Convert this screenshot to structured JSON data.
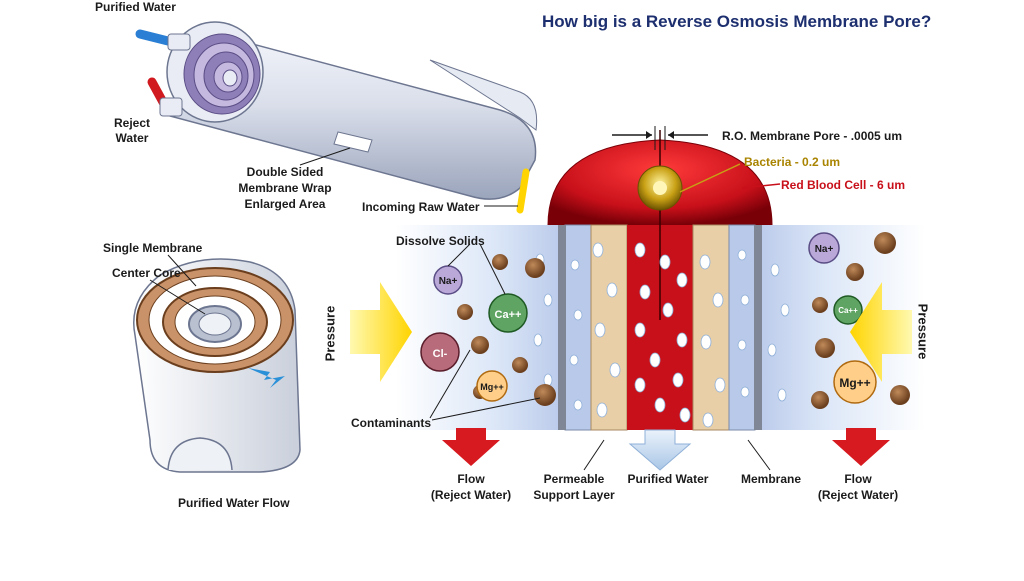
{
  "title": "How big is a Reverse Osmosis Membrane Pore?",
  "module": {
    "purified_water": "Purified Water",
    "reject_water_line1": "Reject",
    "reject_water_line2": "Water",
    "wrap_line1": "Double Sided",
    "wrap_line2": "Membrane Wrap",
    "wrap_line3": "Enlarged Area",
    "incoming": "Incoming Raw Water"
  },
  "roll": {
    "single_membrane": "Single Membrane",
    "center_core": "Center Core",
    "purified_flow": "Purified Water Flow"
  },
  "scale": {
    "pore": "R.O. Membrane Pore - .0005 um",
    "bacteria": "Bacteria - 0.2 um",
    "rbc": "Red Blood Cell - 6 um"
  },
  "cross_section": {
    "dissolve_solids": "Dissolve Solids",
    "contaminants": "Contaminants",
    "pressure_left": "Pressure",
    "pressure_right": "Pressure",
    "flow_left_line1": "Flow",
    "flow_left_line2": "(Reject Water)",
    "permeable_line1": "Permeable",
    "permeable_line2": "Support Layer",
    "purified": "Purified Water",
    "membrane": "Membrane",
    "flow_right_line1": "Flow",
    "flow_right_line2": "(Reject Water)"
  },
  "ions": {
    "na_left": "Na+",
    "ca_left": "Ca++",
    "cl_left": "Cl-",
    "mg_left": "Mg++",
    "na_right": "Na+",
    "ca_right": "Ca++",
    "mg_right": "Mg++"
  },
  "colors": {
    "title": "#1d2f6f",
    "blood_cell": "#c8101a",
    "bacteria": "#c8a015",
    "membrane_tan": "#e8cfa8",
    "arrow_yellow": "#ffe600",
    "arrow_red": "#d71920"
  }
}
